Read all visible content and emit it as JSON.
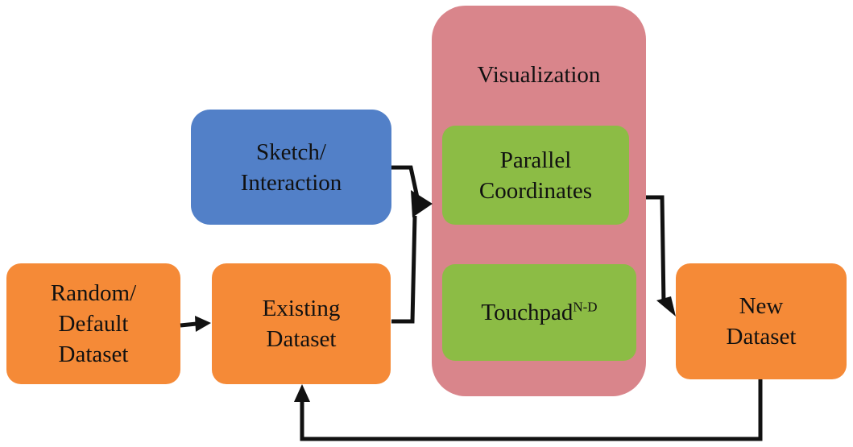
{
  "nodes": {
    "random_default": {
      "lines": [
        "Random/",
        "Default",
        "Dataset"
      ]
    },
    "existing": {
      "lines": [
        "Existing",
        "Dataset"
      ]
    },
    "sketch": {
      "lines": [
        "Sketch/",
        "Interaction"
      ]
    },
    "visualization": {
      "title": "Visualization"
    },
    "parallel": {
      "lines": [
        "Parallel",
        "Coordinates"
      ]
    },
    "touchpad": {
      "text": "Touchpad",
      "sup": "N-D"
    },
    "new_dataset": {
      "lines": [
        "New",
        "Dataset"
      ]
    }
  },
  "colors": {
    "dataset": "#f58a37",
    "interaction": "#5280c8",
    "visualization": "#d9858b",
    "technique": "#8cbc45",
    "arrow": "#111111"
  }
}
